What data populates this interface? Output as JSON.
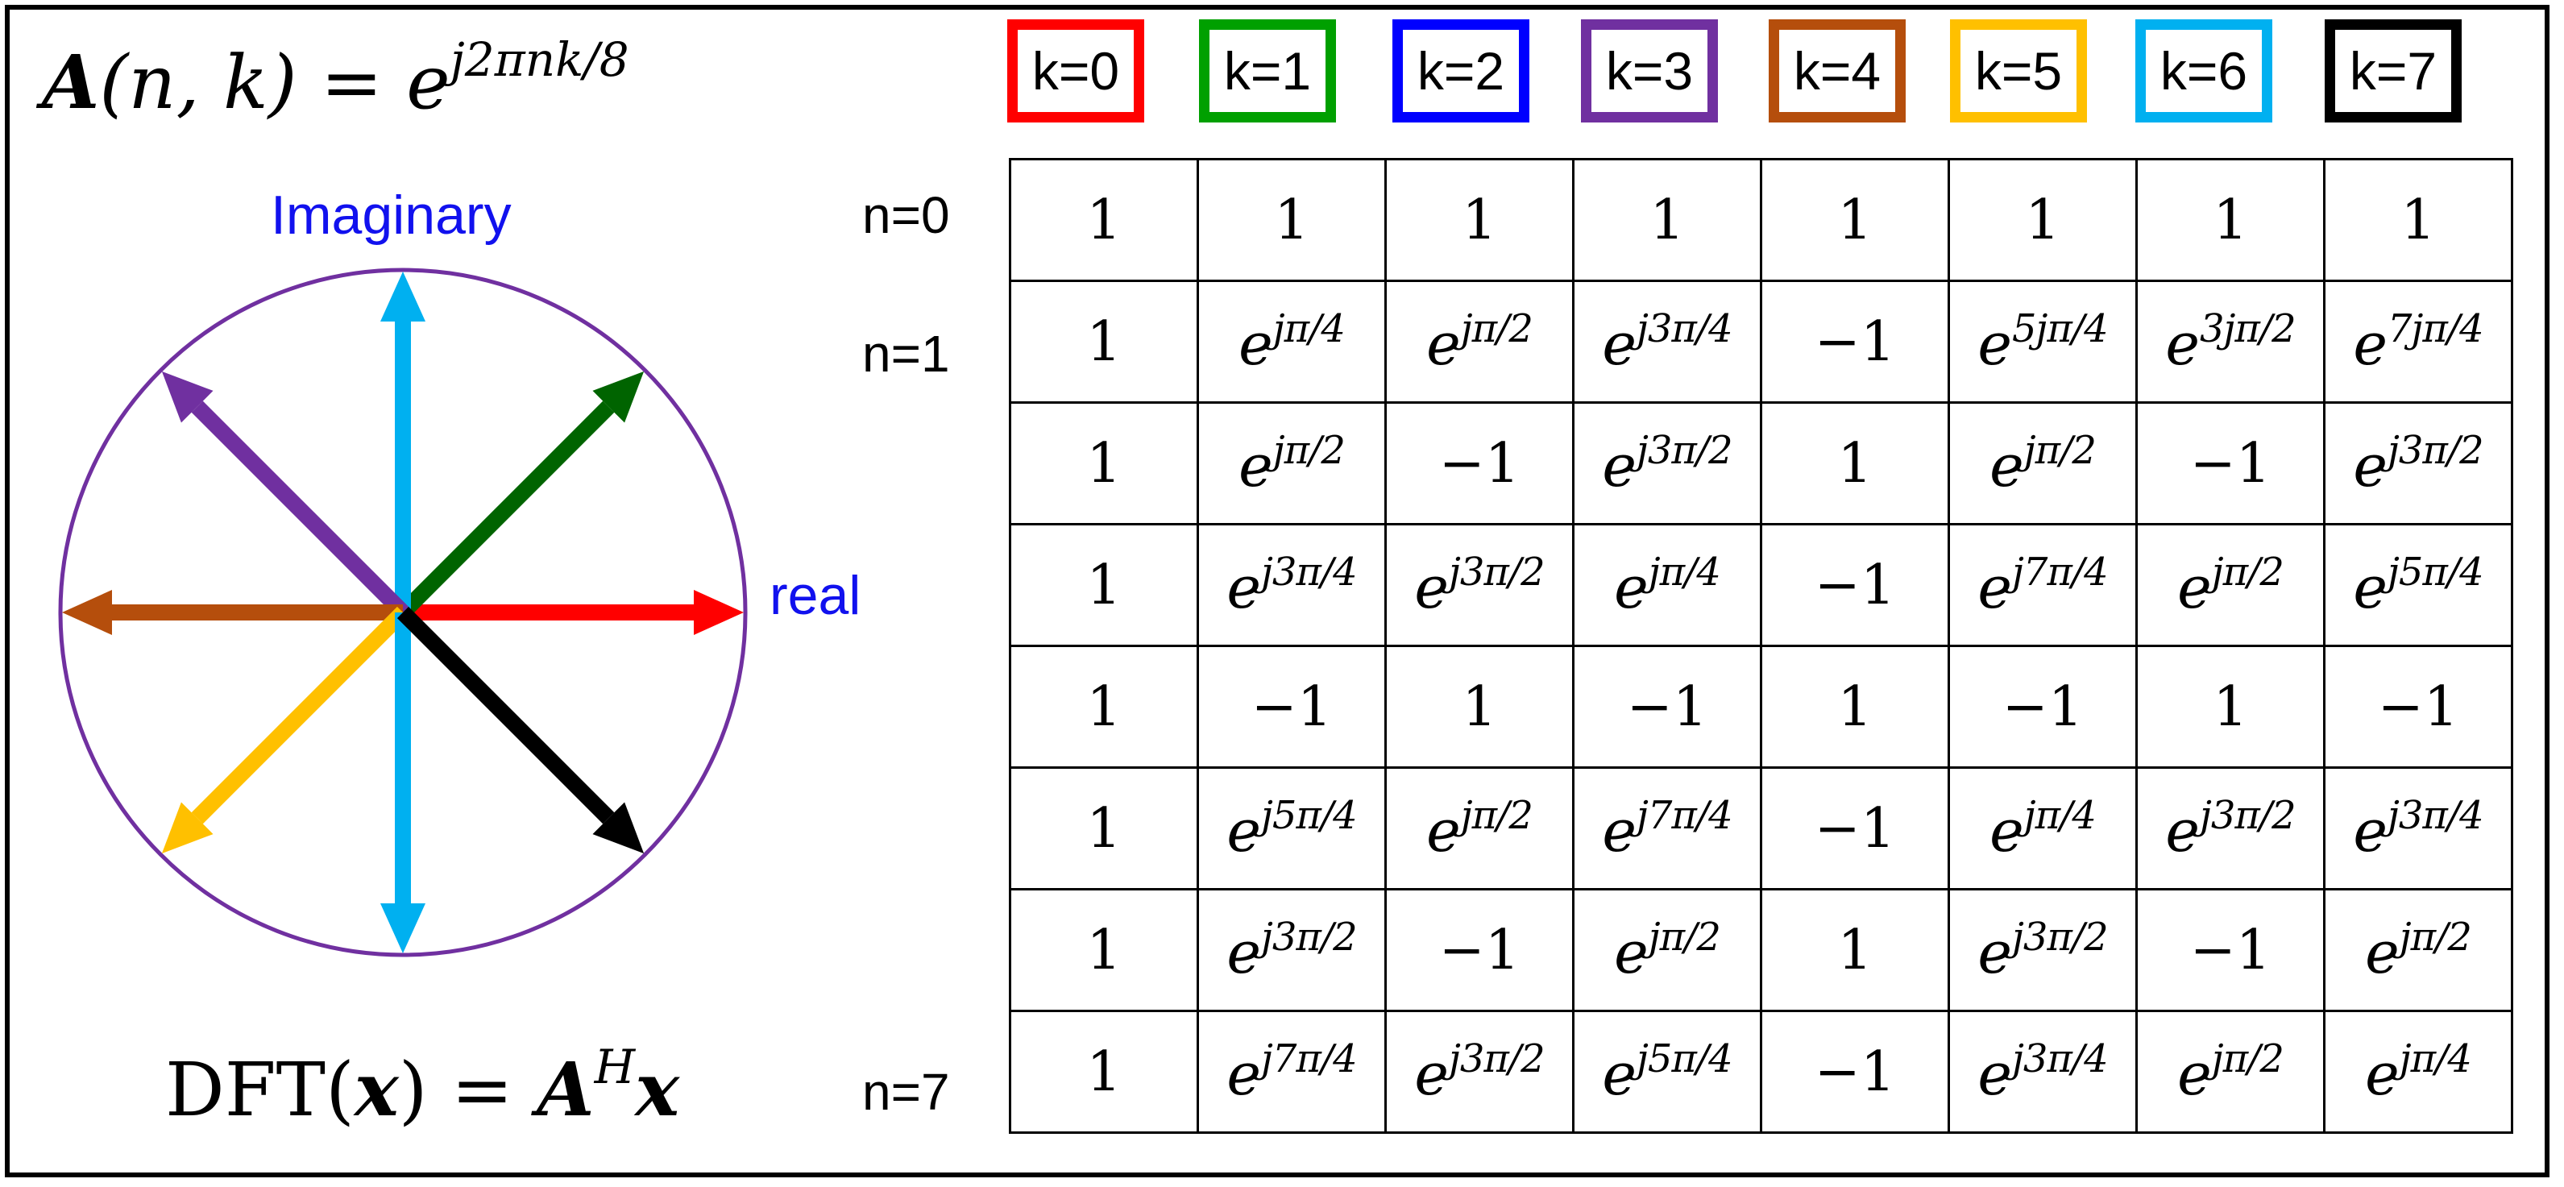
{
  "formula_top": {
    "lhs_symbol": "A",
    "lhs_args": "(n, k)",
    "equals": "=",
    "base": "e",
    "exponent": "j2πnk/8"
  },
  "formula_bottom": {
    "lhs": "DFT",
    "arg_open": "(",
    "arg": "x",
    "arg_close": ")",
    "equals": "=",
    "matrix": "A",
    "superscript": "H",
    "vector": "x"
  },
  "diagram": {
    "imag_label": "Imaginary",
    "real_label": "real",
    "circle_color": "#7030a0",
    "label_color": "#1111ee",
    "arrows": [
      {
        "k": 0,
        "angle_deg": 0,
        "color": "#ff0000"
      },
      {
        "k": 1,
        "angle_deg": 45,
        "color": "#006400"
      },
      {
        "k": 2,
        "angle_deg": 90,
        "color": "#00b0f0"
      },
      {
        "k": 3,
        "angle_deg": 135,
        "color": "#7030a0"
      },
      {
        "k": 4,
        "angle_deg": 180,
        "color": "#b54e0c"
      },
      {
        "k": 5,
        "angle_deg": 225,
        "color": "#ffc000"
      },
      {
        "k": 6,
        "angle_deg": 270,
        "color": "#00b0f0"
      },
      {
        "k": 7,
        "angle_deg": 315,
        "color": "#000000"
      }
    ]
  },
  "k_headers": [
    {
      "label": "k=0",
      "color": "#ff0000"
    },
    {
      "label": "k=1",
      "color": "#00a000"
    },
    {
      "label": "k=2",
      "color": "#0000ff"
    },
    {
      "label": "k=3",
      "color": "#7030a0"
    },
    {
      "label": "k=4",
      "color": "#b54e0c"
    },
    {
      "label": "k=5",
      "color": "#ffc000"
    },
    {
      "label": "k=6",
      "color": "#00b0f0"
    },
    {
      "label": "k=7",
      "color": "#000000"
    }
  ],
  "row_labels": {
    "first": "n=0",
    "second": "n=1",
    "last": "n=7"
  },
  "matrix": [
    [
      {
        "t": "1"
      },
      {
        "t": "1"
      },
      {
        "t": "1"
      },
      {
        "t": "1"
      },
      {
        "t": "1"
      },
      {
        "t": "1"
      },
      {
        "t": "1"
      },
      {
        "t": "1"
      }
    ],
    [
      {
        "t": "1"
      },
      {
        "b": "e",
        "p": "jπ/4"
      },
      {
        "b": "e",
        "p": "jπ/2"
      },
      {
        "b": "e",
        "p": "j3π/4"
      },
      {
        "t": "−1"
      },
      {
        "b": "e",
        "p": "5jπ/4"
      },
      {
        "b": "e",
        "p": "3jπ/2"
      },
      {
        "b": "e",
        "p": "7jπ/4"
      }
    ],
    [
      {
        "t": "1"
      },
      {
        "b": "e",
        "p": "jπ/2"
      },
      {
        "t": "−1"
      },
      {
        "b": "e",
        "p": "j3π/2"
      },
      {
        "t": "1"
      },
      {
        "b": "e",
        "p": "jπ/2"
      },
      {
        "t": "−1"
      },
      {
        "b": "e",
        "p": "j3π/2"
      }
    ],
    [
      {
        "t": "1"
      },
      {
        "b": "e",
        "p": "j3π/4"
      },
      {
        "b": "e",
        "p": "j3π/2"
      },
      {
        "b": "e",
        "p": "jπ/4"
      },
      {
        "t": "−1"
      },
      {
        "b": "e",
        "p": "j7π/4"
      },
      {
        "b": "e",
        "p": "jπ/2"
      },
      {
        "b": "e",
        "p": "j5π/4"
      }
    ],
    [
      {
        "t": "1"
      },
      {
        "t": "−1"
      },
      {
        "t": "1"
      },
      {
        "t": "−1"
      },
      {
        "t": "1"
      },
      {
        "t": "−1"
      },
      {
        "t": "1"
      },
      {
        "t": "−1"
      }
    ],
    [
      {
        "t": "1"
      },
      {
        "b": "e",
        "p": "j5π/4"
      },
      {
        "b": "e",
        "p": "jπ/2"
      },
      {
        "b": "e",
        "p": "j7π/4"
      },
      {
        "t": "−1"
      },
      {
        "b": "e",
        "p": "jπ/4"
      },
      {
        "b": "e",
        "p": "j3π/2"
      },
      {
        "b": "e",
        "p": "j3π/4"
      }
    ],
    [
      {
        "t": "1"
      },
      {
        "b": "e",
        "p": "j3π/2"
      },
      {
        "t": "−1"
      },
      {
        "b": "e",
        "p": "jπ/2"
      },
      {
        "t": "1"
      },
      {
        "b": "e",
        "p": "j3π/2"
      },
      {
        "t": "−1"
      },
      {
        "b": "e",
        "p": "jπ/2"
      }
    ],
    [
      {
        "t": "1"
      },
      {
        "b": "e",
        "p": "j7π/4"
      },
      {
        "b": "e",
        "p": "j3π/2"
      },
      {
        "b": "e",
        "p": "j5π/4"
      },
      {
        "t": "−1"
      },
      {
        "b": "e",
        "p": "j3π/4"
      },
      {
        "b": "e",
        "p": "jπ/2"
      },
      {
        "b": "e",
        "p": "jπ/4"
      }
    ]
  ]
}
